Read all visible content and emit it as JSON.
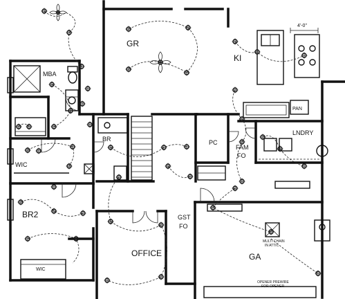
{
  "rooms": {
    "mba": "MBA",
    "gr": "GR",
    "ki": "KI",
    "wic_upper": "WIC",
    "br2": "BR2",
    "office": "OFFICE",
    "gst": "GST",
    "gst_fo": "FO",
    "pc": "PC",
    "fam": "FAM",
    "fam_fo": "FO",
    "lndry": "LNDRY",
    "ga": "GA",
    "pan": "PAN",
    "br": "BR",
    "wic_lower": "WIC"
  },
  "notes": {
    "dimension": "4'-0\"",
    "attic_line1": "MULTI CHAIN",
    "attic_line2": "IN ATTIC",
    "opener_line1": "OPENER PREWIRE",
    "opener_line2": "FOR OPENER"
  },
  "colors": {
    "ink": "#111111",
    "paper": "#ffffff"
  }
}
